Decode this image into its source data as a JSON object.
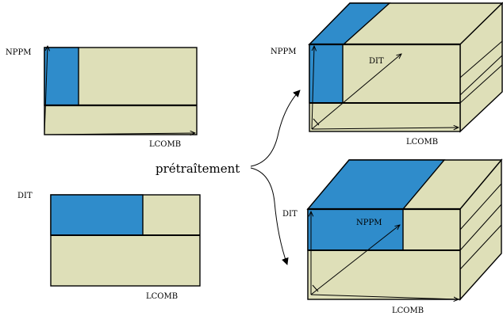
{
  "colors": {
    "beige": "#dedfb8",
    "blue": "#2f8ccb",
    "outline": "#000000",
    "background": "#ffffff"
  },
  "labels": {
    "nppm": "NPPM",
    "lcomb": "LCOMB",
    "dit": "DIT",
    "pretraitement": "prétraîtement"
  }
}
